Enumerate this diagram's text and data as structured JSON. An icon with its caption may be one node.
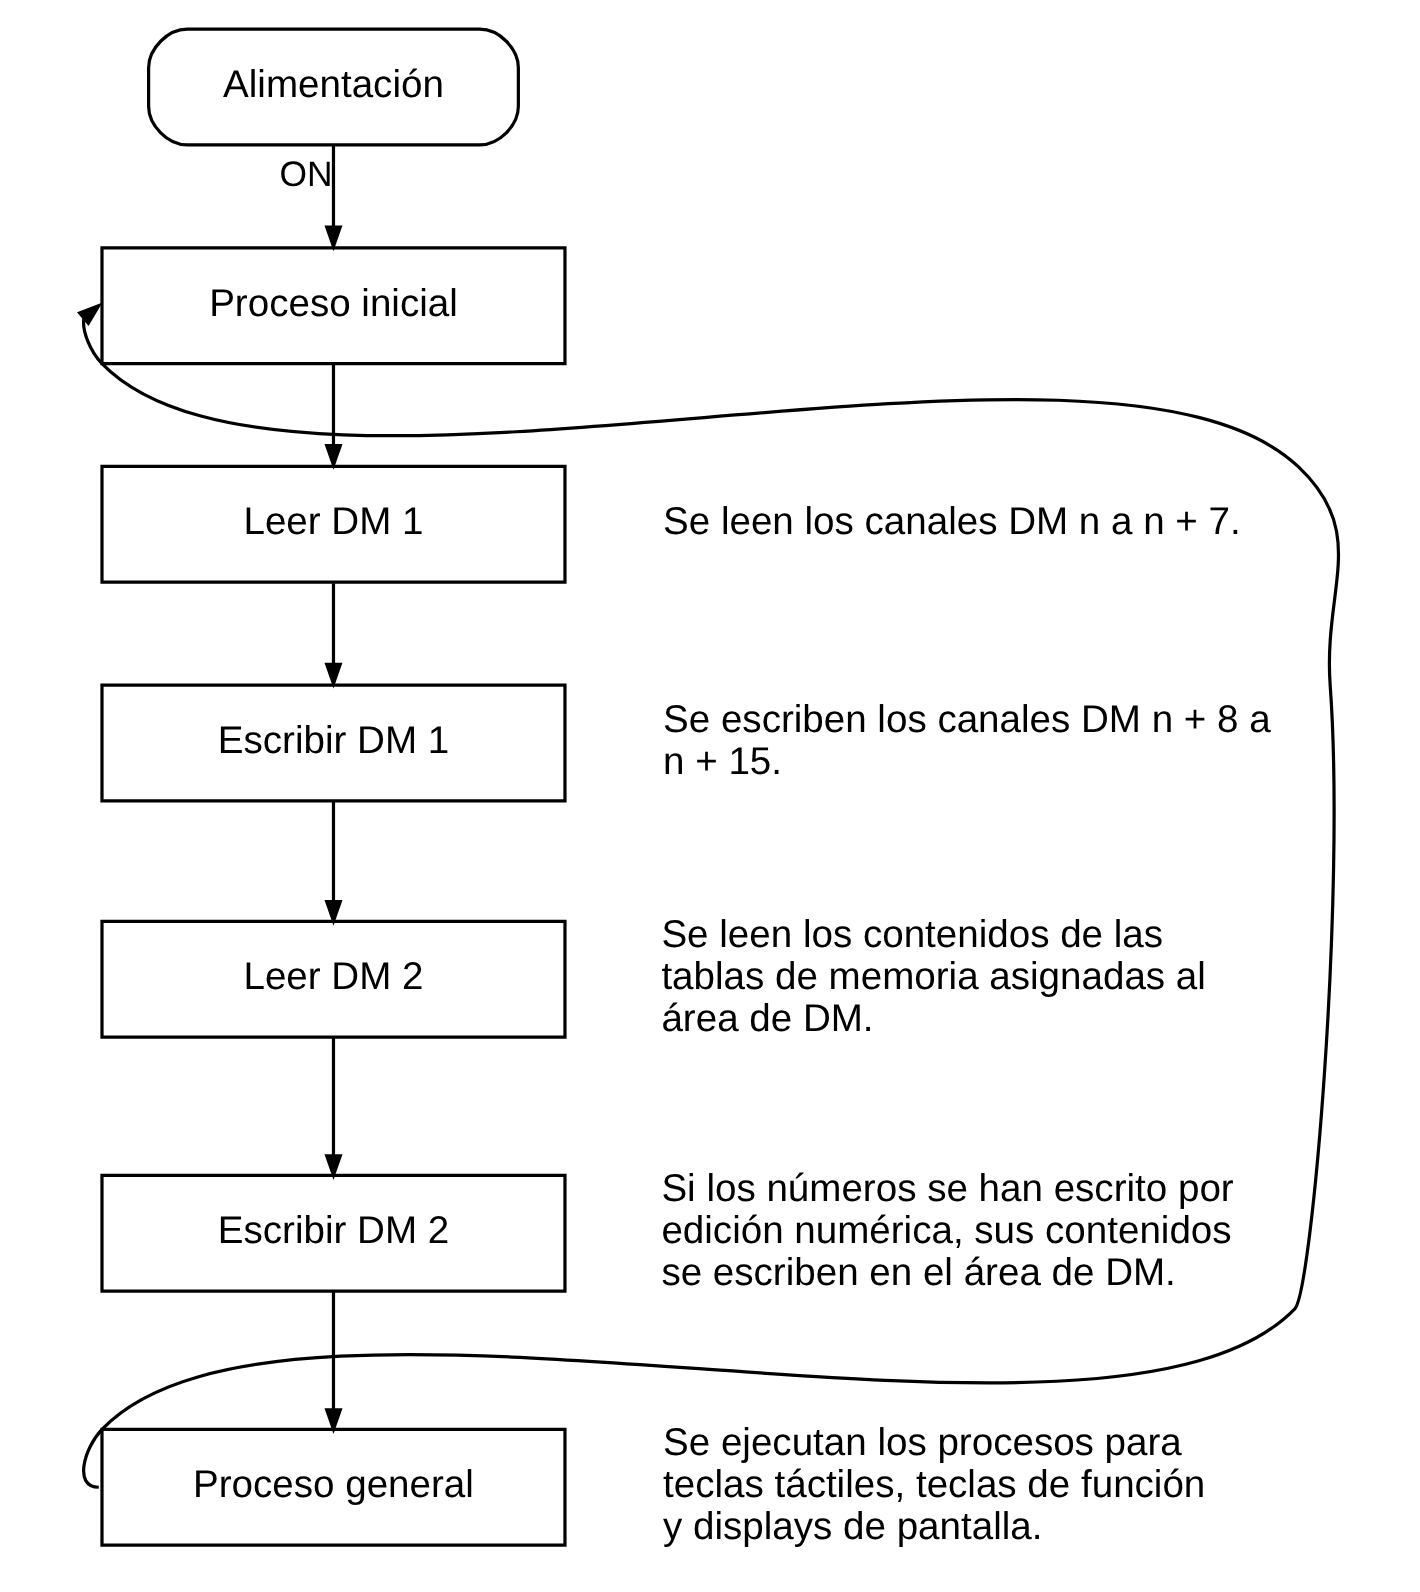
{
  "diagram": {
    "nodes": [
      {
        "text": [
          "Alimentación"
        ]
      },
      {
        "text": [
          "Proceso inicial"
        ]
      },
      {
        "text": [
          "Leer DM 1"
        ],
        "beside": [
          "Se leen los canales DM n a n + 7."
        ]
      },
      {
        "text": [
          "Escribir DM 1"
        ],
        "beside": [
          "Se escriben los canales DM n + 8 a n + 15."
        ]
      },
      {
        "text": [
          "Leer DM 2"
        ],
        "beside": [
          "Se leen los contenidos de las tablas de memoria asignadas al área de DM."
        ]
      },
      {
        "text": [
          "Escribir DM 2"
        ],
        "beside": [
          "Si los números se han escrito por edición numérica, sus contenidos se escriben en el área de DM."
        ]
      },
      {
        "text": [
          "Proceso general"
        ],
        "beside": [
          "Se ejecutan los procesos para teclas táctiles, teclas de función y displays de pantalla."
        ]
      }
    ],
    "edges": [
      {
        "from": 0,
        "to": 1,
        "arrow": "to",
        "label": "ON"
      },
      {
        "from": 1,
        "to": 2,
        "arrow": "to"
      },
      {
        "from": 2,
        "to": 3,
        "arrow": "to"
      },
      {
        "from": 3,
        "to": 4,
        "arrow": "to"
      },
      {
        "from": 4,
        "to": 5,
        "arrow": "to"
      },
      {
        "from": 5,
        "to": 6,
        "arrow": "to"
      },
      {
        "from": 6,
        "to": 1,
        "arrow": "to"
      }
    ]
  }
}
